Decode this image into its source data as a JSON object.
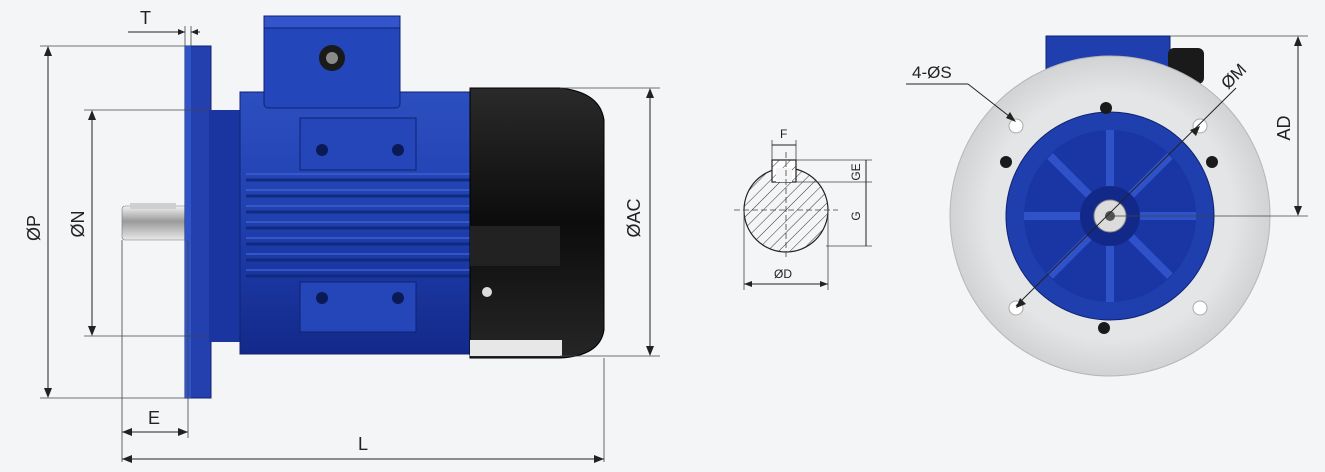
{
  "labels": {
    "T": "T",
    "P": "ØP",
    "N": "ØN",
    "E": "E",
    "L": "L",
    "AC": "ØAC",
    "F": "F",
    "GE": "GE",
    "G": "G",
    "D": "ØD",
    "S": "4-ØS",
    "M": "ØM",
    "AD": "AD"
  },
  "colors": {
    "motor_blue": "#1f3fae",
    "motor_blue_dark": "#0f2270",
    "cover_black": "#151515",
    "flange_gray": "#d9dadc",
    "background": "#f4f5f7"
  }
}
